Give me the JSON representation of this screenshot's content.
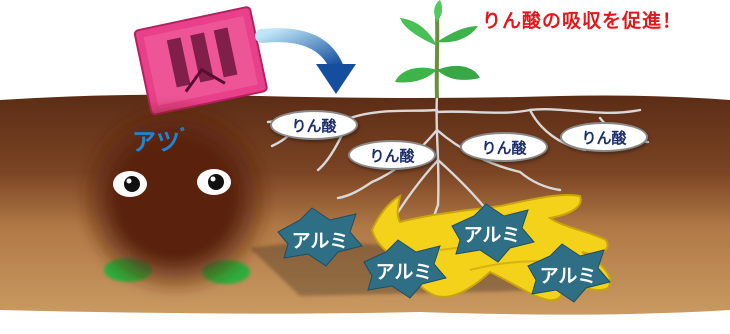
{
  "headline": "りん酸の吸収を促進！",
  "character": {
    "name": "アツ",
    "mark": "ﾞ"
  },
  "phosphate_labels": [
    "りん酸",
    "りん酸",
    "りん酸",
    "りん酸"
  ],
  "aluminum_labels": [
    "アルミ",
    "アルミ",
    "アルミ",
    "アルミ"
  ],
  "colors": {
    "soil": "#5a2a12",
    "topsoil": "#c8955c",
    "leaf": "#3db34a",
    "bag": "#e8408a",
    "arrow": "#1a63b8",
    "hand": "#f5d21a",
    "badge": "#2f6f86",
    "headline": "#e8161b"
  },
  "icons": [
    "fertilizer-bag-icon",
    "arrow-icon",
    "sprout-icon",
    "soil-monster-icon",
    "glove-hand-icon"
  ]
}
